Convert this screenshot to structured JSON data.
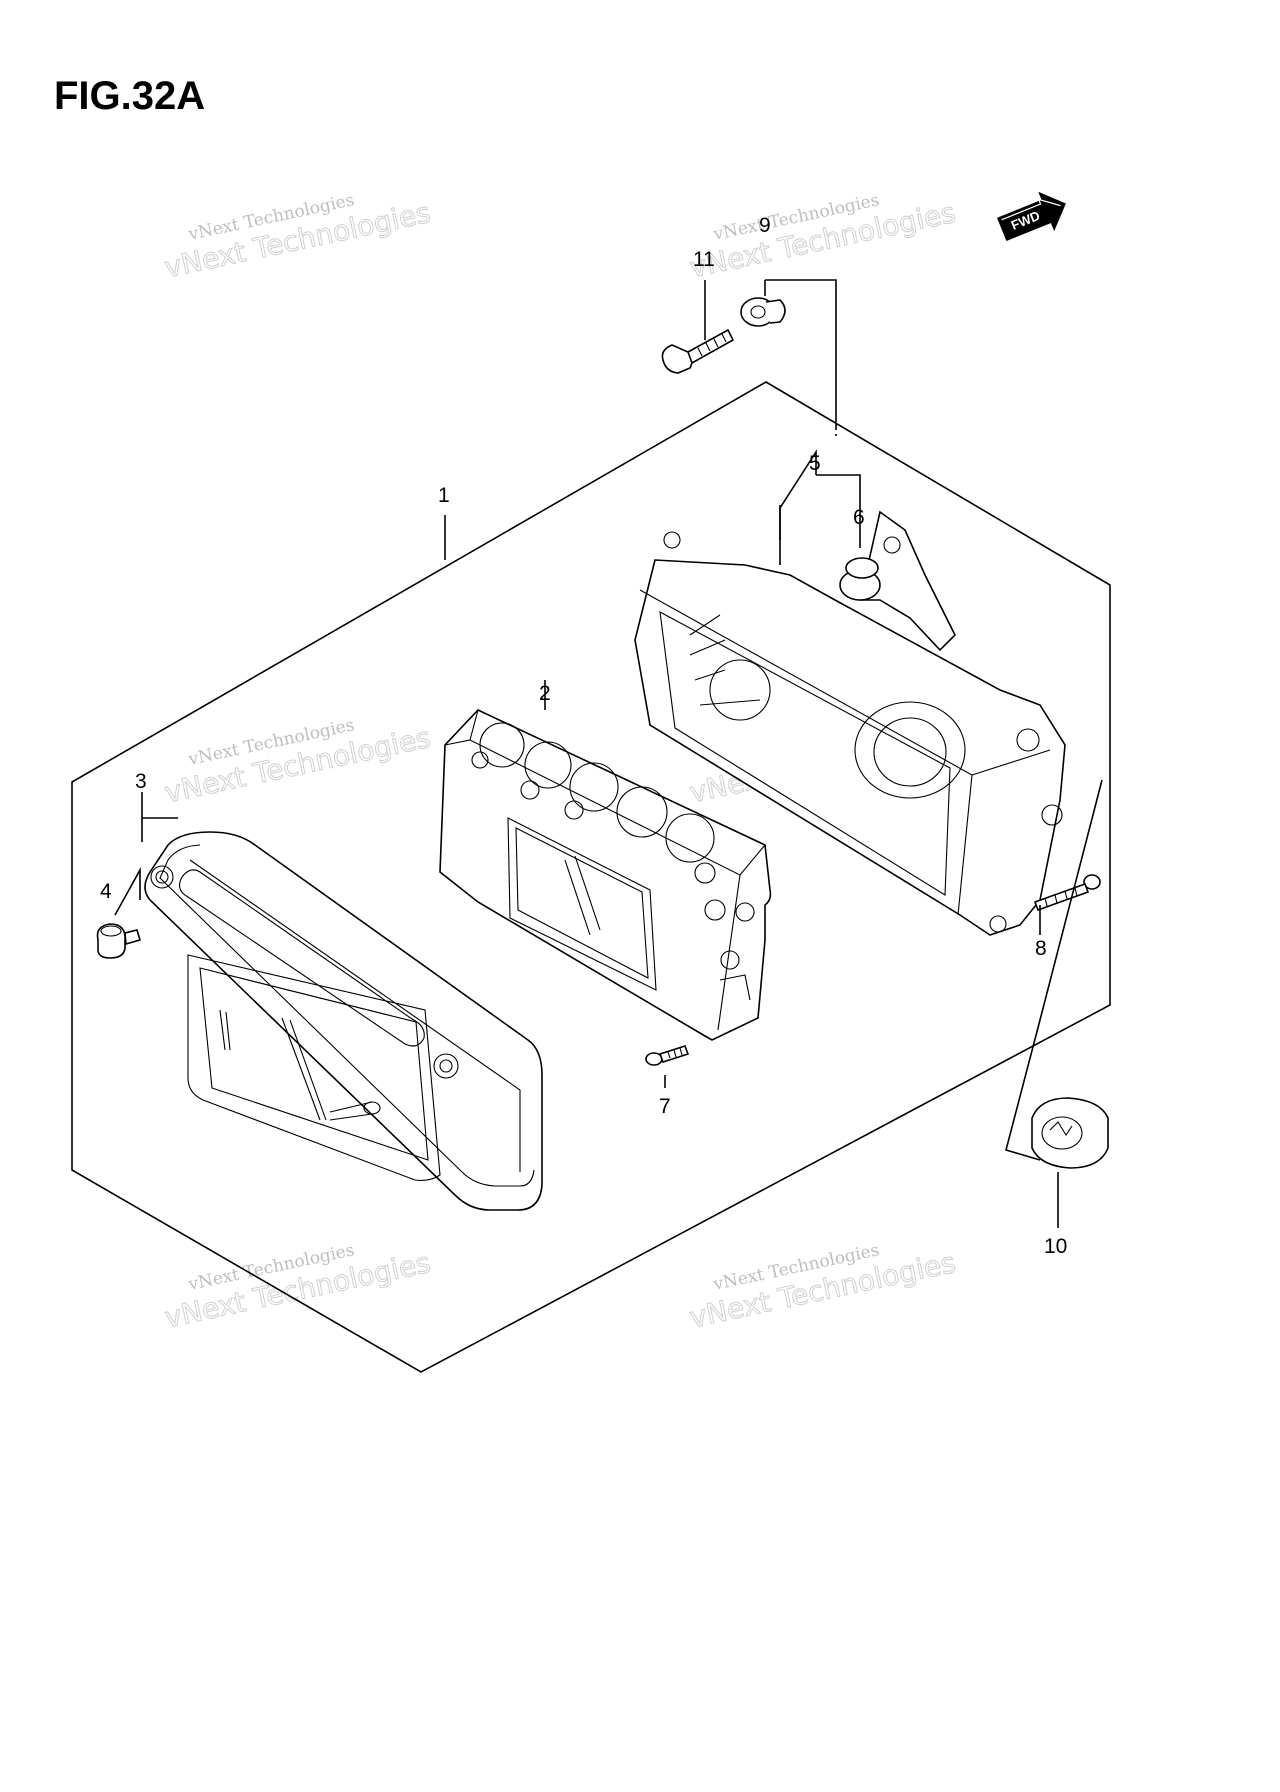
{
  "figure": {
    "title": "FIG.32A"
  },
  "direction_badge": {
    "label": "FWD"
  },
  "watermark": {
    "line1": "vNext Technologies",
    "line2": "vNext Technologies"
  },
  "callouts": [
    {
      "id": "1",
      "text": "1"
    },
    {
      "id": "2",
      "text": "2"
    },
    {
      "id": "3",
      "text": "3"
    },
    {
      "id": "4",
      "text": "4"
    },
    {
      "id": "5",
      "text": "5"
    },
    {
      "id": "6",
      "text": "6"
    },
    {
      "id": "7",
      "text": "7"
    },
    {
      "id": "8",
      "text": "8"
    },
    {
      "id": "9",
      "text": "9"
    },
    {
      "id": "10",
      "text": "10"
    },
    {
      "id": "11",
      "text": "11"
    }
  ]
}
